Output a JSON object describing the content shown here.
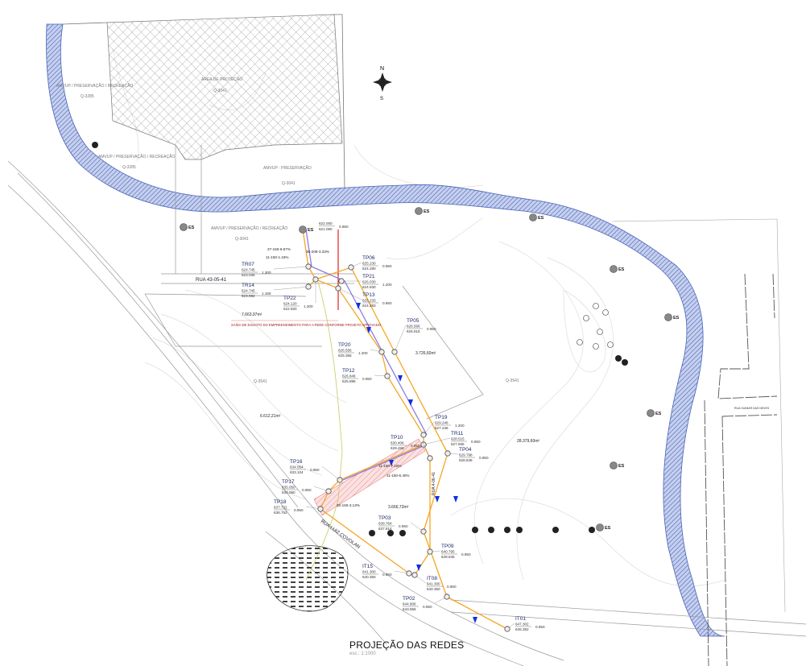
{
  "title": "PROJEÇÃO DAS REDES",
  "scale": "esc.: 1:1000",
  "north_label": "N",
  "south_label": "S",
  "street_labels": {
    "rua_43": "RUA 43-05-41",
    "rua_luiz": "RUA LUIZ COVOLAN",
    "rua_right": "RUA GUIMAR DAS NEVES",
    "rua_04": "RUA 4-06-41"
  },
  "area_labels": [
    {
      "name": "AMVUP / PRESERVAÇÃO / RECREAÇÃO",
      "code": "Q-3285"
    },
    {
      "name": "AMVUP / PRESERVAÇÃO / RECREAÇÃO",
      "code": "Q-3285"
    },
    {
      "name": "AMVUP - PRESERVAÇÃO",
      "code": "Q-3041"
    },
    {
      "name": "ÁREA DE PROTEÇÃO",
      "code": "Q-3041"
    },
    {
      "name": "AMVUP / PRESERVAÇÃO / RECREAÇÃO",
      "code": "Q-3041"
    }
  ],
  "lot_areas": [
    {
      "code": "Q-3541",
      "area": "6.612,21m²"
    },
    {
      "code": "Q-3541",
      "area": "28.379,60m²"
    },
    {
      "area": "7.663,97m²"
    },
    {
      "area": "3.726,60m²"
    },
    {
      "area": "3.666,73m²"
    }
  ],
  "notes": {
    "saida": "SAÍDA DE ESGOTO DO EMPREENDIMENTO PARA A REDE CONFORME PROJETO APROVADO"
  },
  "es_label": "ES",
  "nodes": [
    {
      "id": "ES",
      "v1": "622.000",
      "v2": "621.050",
      "d": "0.950"
    },
    {
      "id": "TR07",
      "v1": "624.745",
      "v2": "623.035",
      "d": "1.300"
    },
    {
      "id": "TR14",
      "v1": "624.745",
      "v2": "623.592",
      "d": "1.156"
    },
    {
      "id": "TP22",
      "v1": "624.120",
      "v2": "622.920",
      "d": "1.200"
    },
    {
      "id": "TP06",
      "v1": "625.230",
      "v2": "624.280",
      "d": "0.950"
    },
    {
      "id": "TP21",
      "v1": "626.030",
      "v2": "624.830",
      "d": "1.200"
    },
    {
      "id": "TP13",
      "v1": "625.233",
      "v2": "624.283",
      "d": "0.950"
    },
    {
      "id": "TP20",
      "v1": "626.556",
      "v2": "625.356",
      "d": "1.200"
    },
    {
      "id": "TP05",
      "v1": "626.566",
      "v2": "625.616",
      "d": "0.950"
    },
    {
      "id": "TP12",
      "v1": "626.846",
      "v2": "625.896",
      "d": "0.950"
    },
    {
      "id": "TP19",
      "v1": "629.246",
      "v2": "627.246",
      "d": "1.200"
    },
    {
      "id": "TR11",
      "v1": "628.515",
      "v2": "627.565",
      "d": "0.950"
    },
    {
      "id": "TP04",
      "v1": "629.798",
      "v2": "628.848",
      "d": "0.950"
    },
    {
      "id": "TP10",
      "v1": "630.406",
      "v2": "629.456",
      "d": "0.950"
    },
    {
      "id": "TP16",
      "v1": "634.054",
      "v2": "633.104",
      "d": "0.950"
    },
    {
      "id": "TP17",
      "v1": "635.050",
      "v2": "634.050",
      "d": "0.950"
    },
    {
      "id": "TP18",
      "v1": "637.722",
      "v2": "636.752",
      "d": "0.950"
    },
    {
      "id": "TP03",
      "v1": "638.764",
      "v2": "637.814",
      "d": "0.950"
    },
    {
      "id": "TP09",
      "v1": "640.795",
      "v2": "639.845",
      "d": "0.950"
    },
    {
      "id": "IT15",
      "v1": "641.300",
      "v2": "640.350",
      "d": "0.950"
    },
    {
      "id": "IT08",
      "v1": "641.300",
      "v2": "640.350",
      "d": "0.950"
    },
    {
      "id": "TP02",
      "v1": "644.806",
      "v2": "643.856",
      "d": "0.950"
    },
    {
      "id": "IT01",
      "v1": "647.302",
      "v2": "646.352",
      "d": "0.950"
    }
  ],
  "segment_labels": [
    "36-208-3.33%",
    "27-150-6.67%",
    "11-150-1.15%",
    "11-150-7.16%",
    "11-150-6.40%",
    "32-150-3.13%"
  ],
  "colors": {
    "river": "#4a64b8",
    "pipe_orange": "#f5a623",
    "pipe_purple": "#8a7ee0",
    "arrow": "#1030e0",
    "node": "#555555",
    "highlight": "#e0303080"
  }
}
